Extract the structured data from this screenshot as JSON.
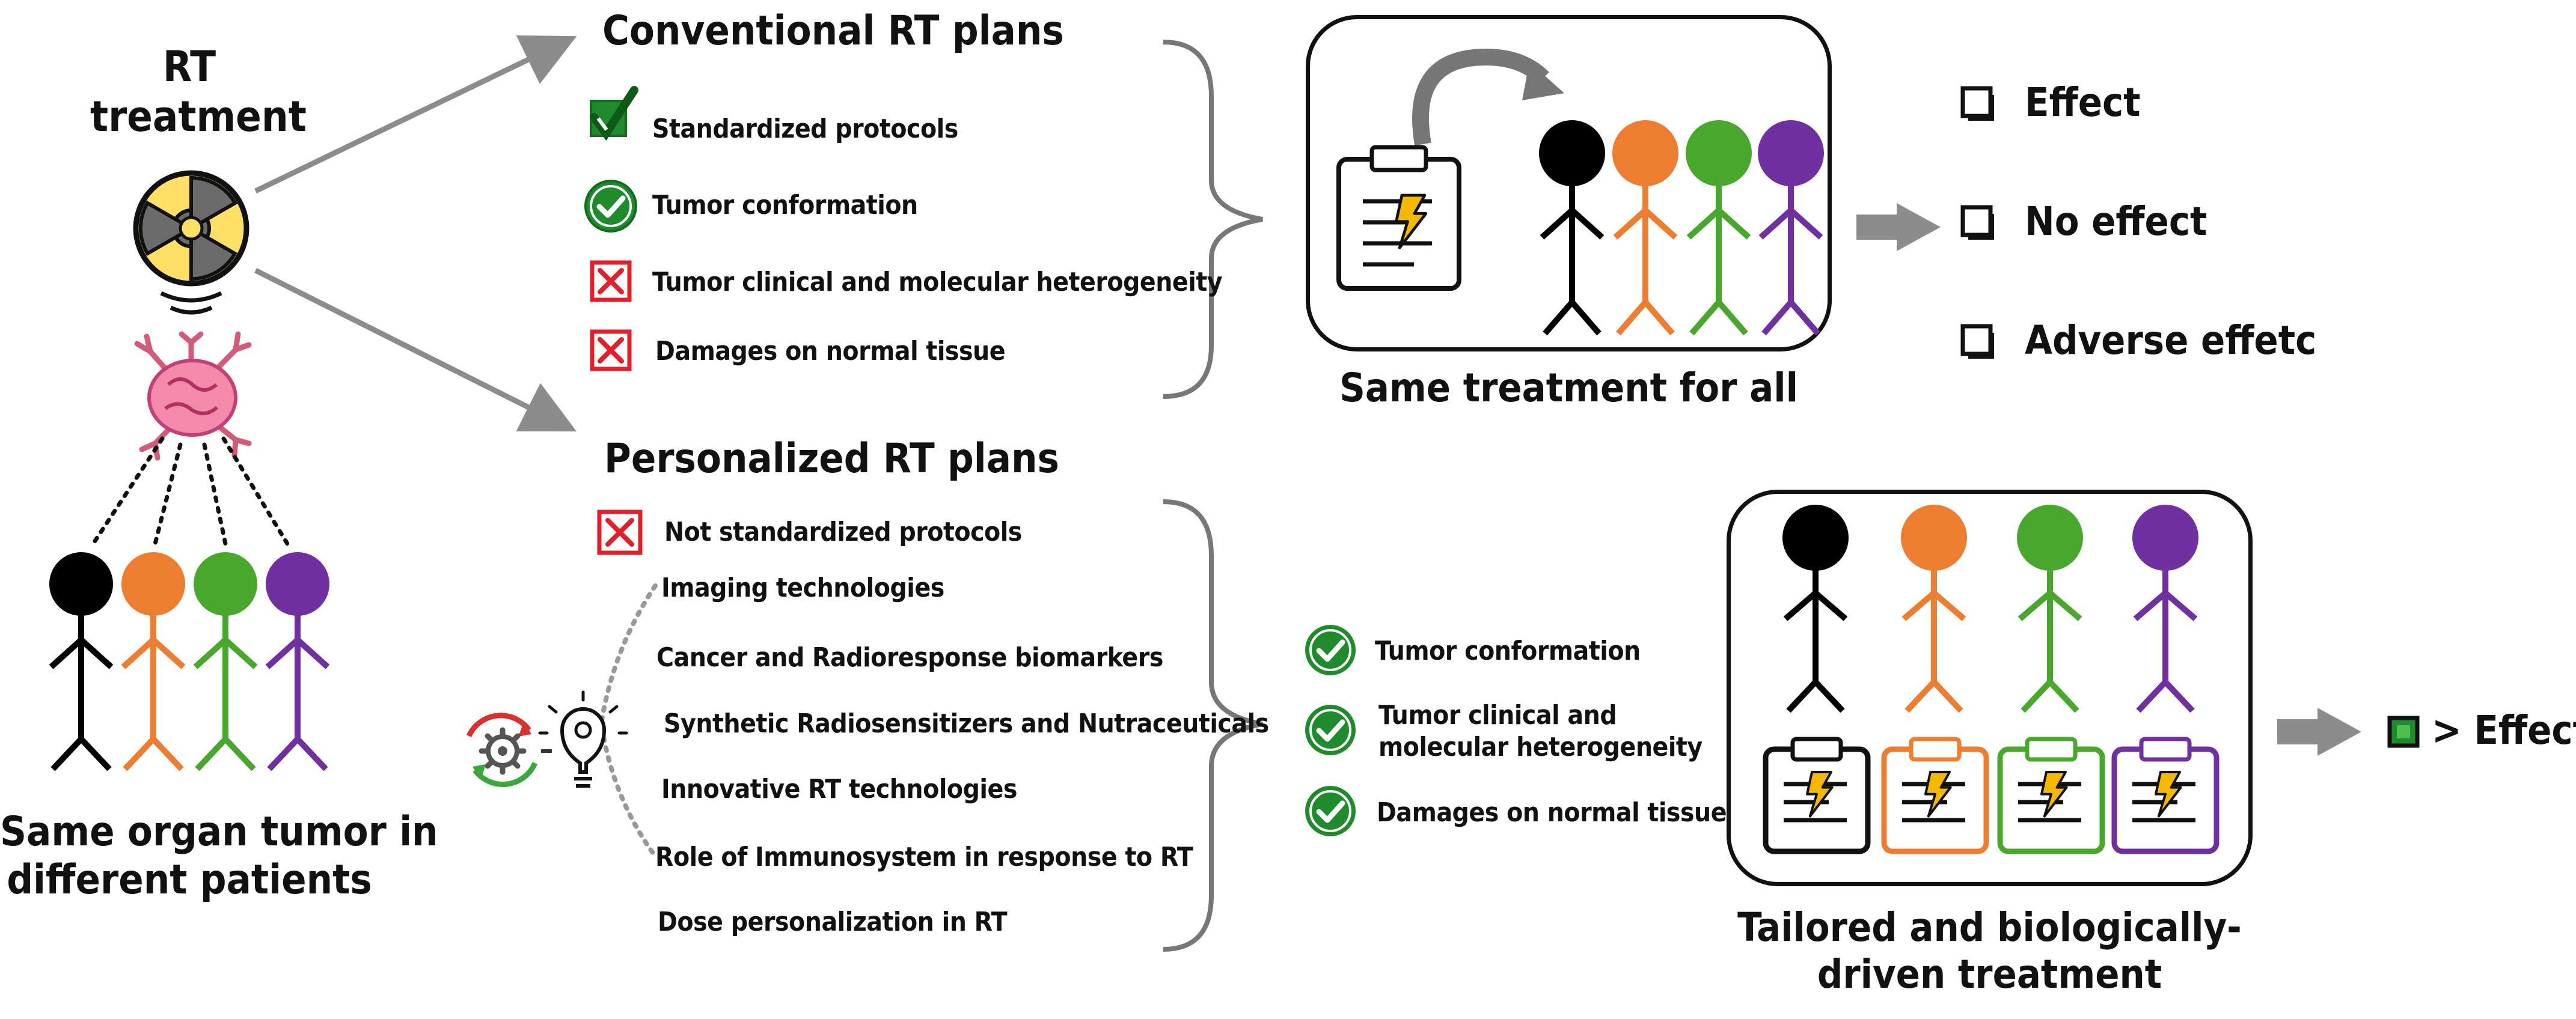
{
  "left": {
    "rt_title_line1": "RT",
    "rt_title_line2": "treatment",
    "patients_caption_line1": "Same organ tumor in",
    "patients_caption_line2": "different patients"
  },
  "conventional": {
    "title": "Conventional RT plans",
    "items": [
      {
        "icon": "check-box-icon",
        "text": "Standardized protocols"
      },
      {
        "icon": "check-circle-icon",
        "text": "Tumor conformation"
      },
      {
        "icon": "cross-box-icon",
        "text": "Tumor clinical and molecular heterogeneity"
      },
      {
        "icon": "cross-box-icon",
        "text": "Damages on normal tissue"
      }
    ],
    "caption": "Same treatment for all",
    "outcomes": [
      "Effect",
      "No effect",
      "Adverse effetc"
    ]
  },
  "personalized": {
    "title": "Personalized RT plans",
    "not_standardized": "Not standardized protocols",
    "approaches": [
      "Imaging technologies",
      "Cancer and Radioresponse biomarkers",
      "Synthetic Radiosensitizers and Nutraceuticals",
      "Innovative RT technologies",
      "Role of Immunosystem in response to RT",
      "Dose personalization in RT"
    ],
    "benefits": [
      {
        "line1": "Tumor conformation",
        "line2": ""
      },
      {
        "line1": "Tumor clinical and",
        "line2": "molecular heterogeneity"
      },
      {
        "line1": "Damages on normal tissue",
        "line2": ""
      }
    ],
    "caption_line1": "Tailored and biologically-",
    "caption_line2": "driven treatment",
    "outcome": "> Effect"
  },
  "colors": {
    "patient_1": "#000000",
    "patient_2": "#ed7d31",
    "patient_3": "#4aa72e",
    "patient_4": "#7030a0",
    "check_green": "#1f8b2c",
    "cross_red": "#e0202a",
    "arrow_gray": "#8c8c8c",
    "bolt_yellow": "#f5b800"
  }
}
